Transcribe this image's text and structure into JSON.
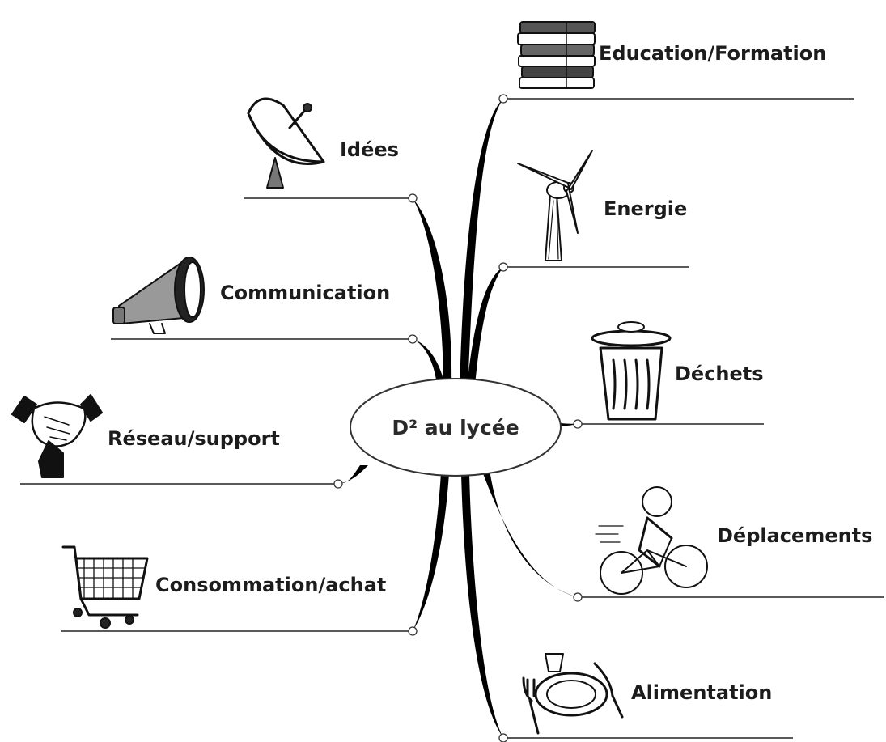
{
  "center": {
    "label": "D² au lycée"
  },
  "branches": {
    "education": {
      "label": "Education/Formation",
      "icon": "books-icon"
    },
    "energie": {
      "label": "Energie",
      "icon": "wind-turbine-icon"
    },
    "dechets": {
      "label": "Déchets",
      "icon": "trash-can-icon"
    },
    "deplacements": {
      "label": "Déplacements",
      "icon": "bicycle-icon"
    },
    "alimentation": {
      "label": "Alimentation",
      "icon": "plate-cutlery-icon"
    },
    "idees": {
      "label": "Idées",
      "icon": "satellite-dish-icon"
    },
    "communication": {
      "label": "Communication",
      "icon": "megaphone-icon"
    },
    "reseau": {
      "label": "Réseau/support",
      "icon": "handshake-icon"
    },
    "consommation": {
      "label": "Consommation/achat",
      "icon": "shopping-cart-icon"
    }
  }
}
